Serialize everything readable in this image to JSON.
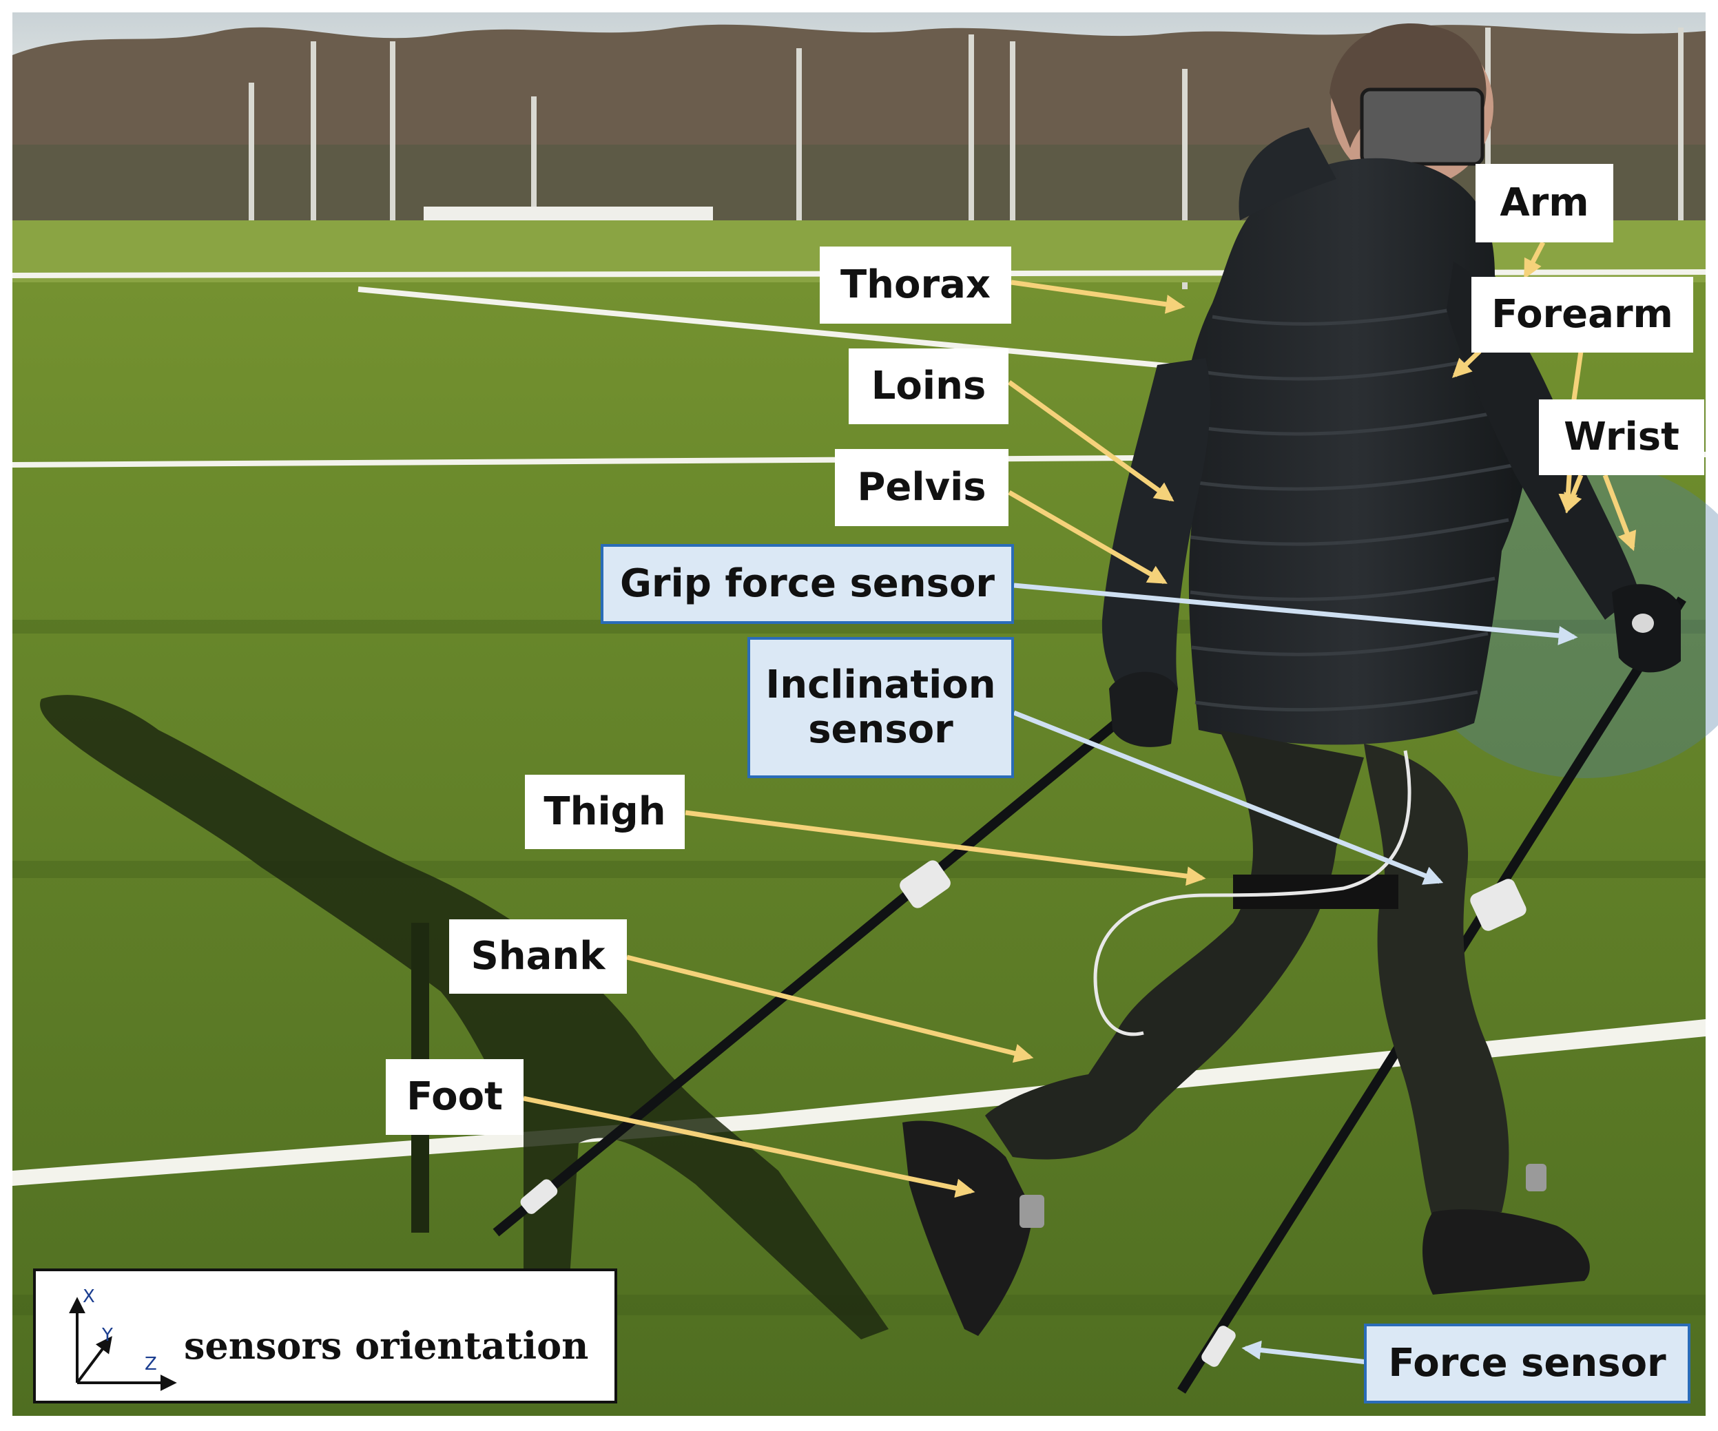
{
  "labels": {
    "arm": "Arm",
    "thorax": "Thorax",
    "forearm": "Forearm",
    "loins": "Loins",
    "wrist": "Wrist",
    "pelvis": "Pelvis",
    "grip_force_sensor": "Grip force sensor",
    "inclination_sensor": "Inclination\nsensor",
    "thigh": "Thigh",
    "shank": "Shank",
    "foot": "Foot",
    "force_sensor": "Force sensor"
  },
  "legend": {
    "text": "sensors orientation",
    "axis_x": "X",
    "axis_y": "Y",
    "axis_z": "Z"
  },
  "colors": {
    "body_arrow": "#f5d27a",
    "sensor_arrow": "#cfe0f2",
    "sensor_box_border": "#2a6cb8",
    "sensor_box_fill": "#dbe8f5"
  }
}
